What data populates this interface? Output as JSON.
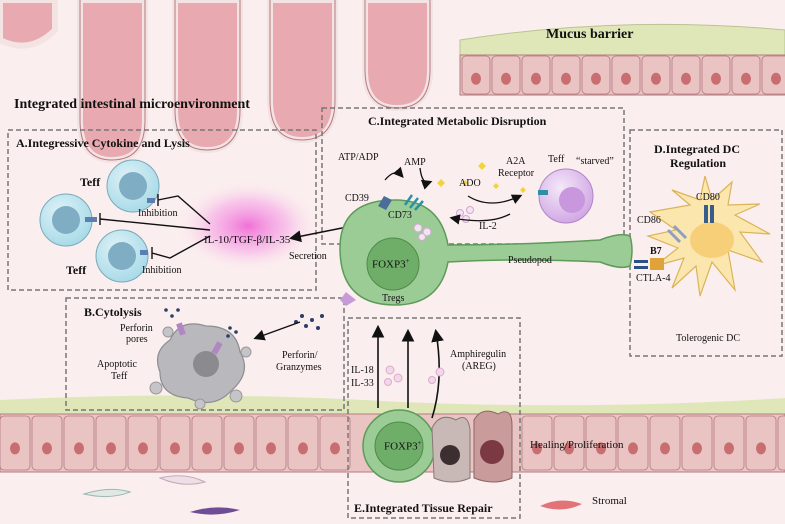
{
  "labels": {
    "mucus_barrier": "Mucus barrier",
    "environment": "Integrated intestinal microenvironment",
    "section_a": "A.Integressive Cytokine and Lysis",
    "section_b": "B.Cytolysis",
    "section_c": "C.Integrated Metabolic Disruption",
    "section_d_line1": "D.Integrated DC",
    "section_d_line2": "Regulation",
    "section_e": "E.Integrated Tissue Repair",
    "teff": "Teff",
    "inhibition": "Inhibition",
    "cytokines": "IL-10/TGF-β/IL-35",
    "secretion": "Secretion",
    "atp_adp": "ATP/ADP",
    "amp": "AMP",
    "ado": "ADO",
    "a2a_line1": "A2A",
    "a2a_line2": "Receptor",
    "starved": "“starved”",
    "cd39": "CD39",
    "cd73": "CD73",
    "il2": "IL-2",
    "foxp3": "FOXP3",
    "foxp3_sup": "+",
    "tregs": "Tregs",
    "pseudopod": "Pseudopod",
    "cd80": "CD80",
    "cd86": "CD86",
    "b7": "B7",
    "ctla4": "CTLA-4",
    "tolerogenic_dc": "Tolerogenic DC",
    "perforin_pores_line1": "Perforin",
    "perforin_pores_line2": "pores",
    "apoptotic_line1": "Apoptotic",
    "apoptotic_line2": "Teff",
    "perforin_granzymes_line1": "Perforin/",
    "perforin_granzymes_line2": "Granzymes",
    "il18": "IL-18",
    "il33": "IL-33",
    "areg_line1": "Amphiregulin",
    "areg_line2": "(AREG)",
    "healing": "Healing/Proliferation",
    "stromal": "Stromal"
  },
  "colors": {
    "background": "#fbeeee",
    "villus": "#e8a9b1",
    "epithelium": "#e9c4c3",
    "nucleus": "#c96e70",
    "mucus": "#dfe7b9",
    "treg": "#9ccc96",
    "teff": "#a9dbe8",
    "dc": "#fbe7ad",
    "starved_cell": "#d9b7e8",
    "cytokine_glow": "#f06ad6",
    "apoptotic": "#b9b9bd"
  },
  "icons": [
    "teff-cell",
    "treg-cell",
    "dendritic-cell",
    "apoptotic-cell",
    "cd39-receptor",
    "cd73-receptor",
    "a2a-receptor",
    "b7-ctla4-complex",
    "perforin-pore"
  ]
}
